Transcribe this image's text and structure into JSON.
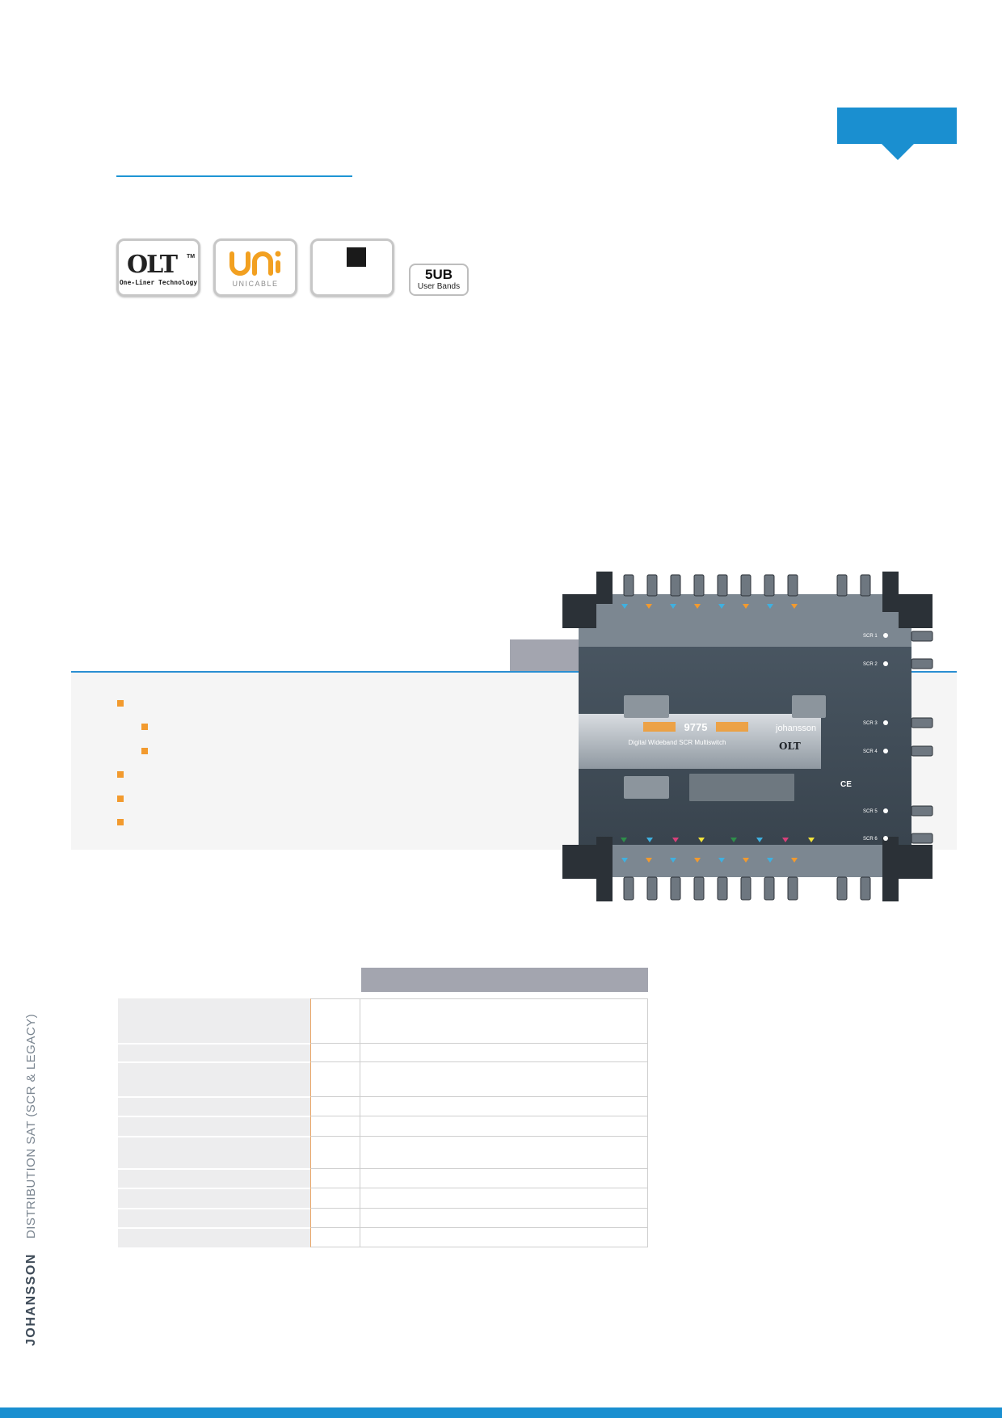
{
  "badges": {
    "olt": {
      "mark": "OLT",
      "tm": "TM",
      "sub": "One-Liner Technology"
    },
    "unicable": {
      "sub": "UNICABLE"
    },
    "user_bands": {
      "count": "5UB",
      "label": "User Bands"
    }
  },
  "product": {
    "model": "9775",
    "brand": "johansson",
    "line1": "Digital Wideband SCR Multiswitch",
    "olt": "OLT",
    "ce": "CE",
    "outputs": [
      "SCR 1",
      "SCR 2",
      "SCR 3",
      "SCR 4",
      "SCR 5",
      "SCR 6"
    ]
  },
  "sidebar": {
    "brand": "JOHANSSON",
    "category": "DISTRIBUTION SAT (SCR & LEGACY)"
  },
  "colors": {
    "accent": "#1a8fd0",
    "bullet": "#f29a2e",
    "tab_gray": "#a3a5af"
  }
}
